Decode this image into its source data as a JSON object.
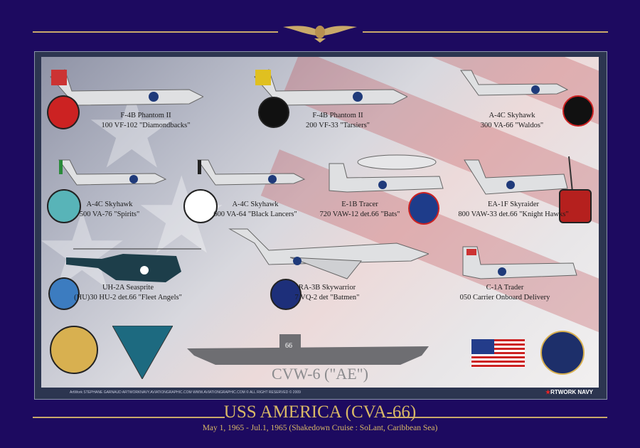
{
  "aircraft": [
    {
      "type": "F-4B Phantom II",
      "unit": "100 VF-102 \"Diamondbacks\""
    },
    {
      "type": "F-4B Phantom II",
      "unit": "200 VF-33 \"Tarsiers\""
    },
    {
      "type": "A-4C Skyhawk",
      "unit": "300 VA-66 \"Waldos\""
    },
    {
      "type": "A-4C Skyhawk",
      "unit": "500 VA-76 \"Spirits\""
    },
    {
      "type": "A-4C Skyhawk",
      "unit": "600 VA-64 \"Black Lancers\""
    },
    {
      "type": "E-1B Tracer",
      "unit": "720 VAW-12 det.66 \"Bats\""
    },
    {
      "type": "EA-1F Skyraider",
      "unit": "800 VAW-33 det.66 \"Knight Hawks\""
    },
    {
      "type": "UH-2A Seasprite",
      "unit": "(HU)30 HU-2 det.66 \"Fleet Angels\""
    },
    {
      "type": "RA-3B Skywarrior",
      "unit": "7 VQ-2 det \"Batmen\""
    },
    {
      "type": "C-1A Trader",
      "unit": "050 Carrier Onboard Delivery"
    }
  ],
  "air_wing": "CVW-6 (\"AE\")",
  "credits": "ArtWork STEPHANE GARNAUD  ARTWORKNAVY.AVIATIONGRAPHIC.COM  WWW.AVIATIONGRAPHIC.COM © ALL RIGHT RESERVED © 2009",
  "brand": "RTWORK NAVY",
  "title": "USS AMERICA (CVA-66)",
  "subtitle": "May 1, 1965 - Jul.1, 1965 (Shakedown Cruise : SoLant, Caribbean Sea)",
  "colors": {
    "background": "#1d0a60",
    "gold": "#d8b866"
  }
}
